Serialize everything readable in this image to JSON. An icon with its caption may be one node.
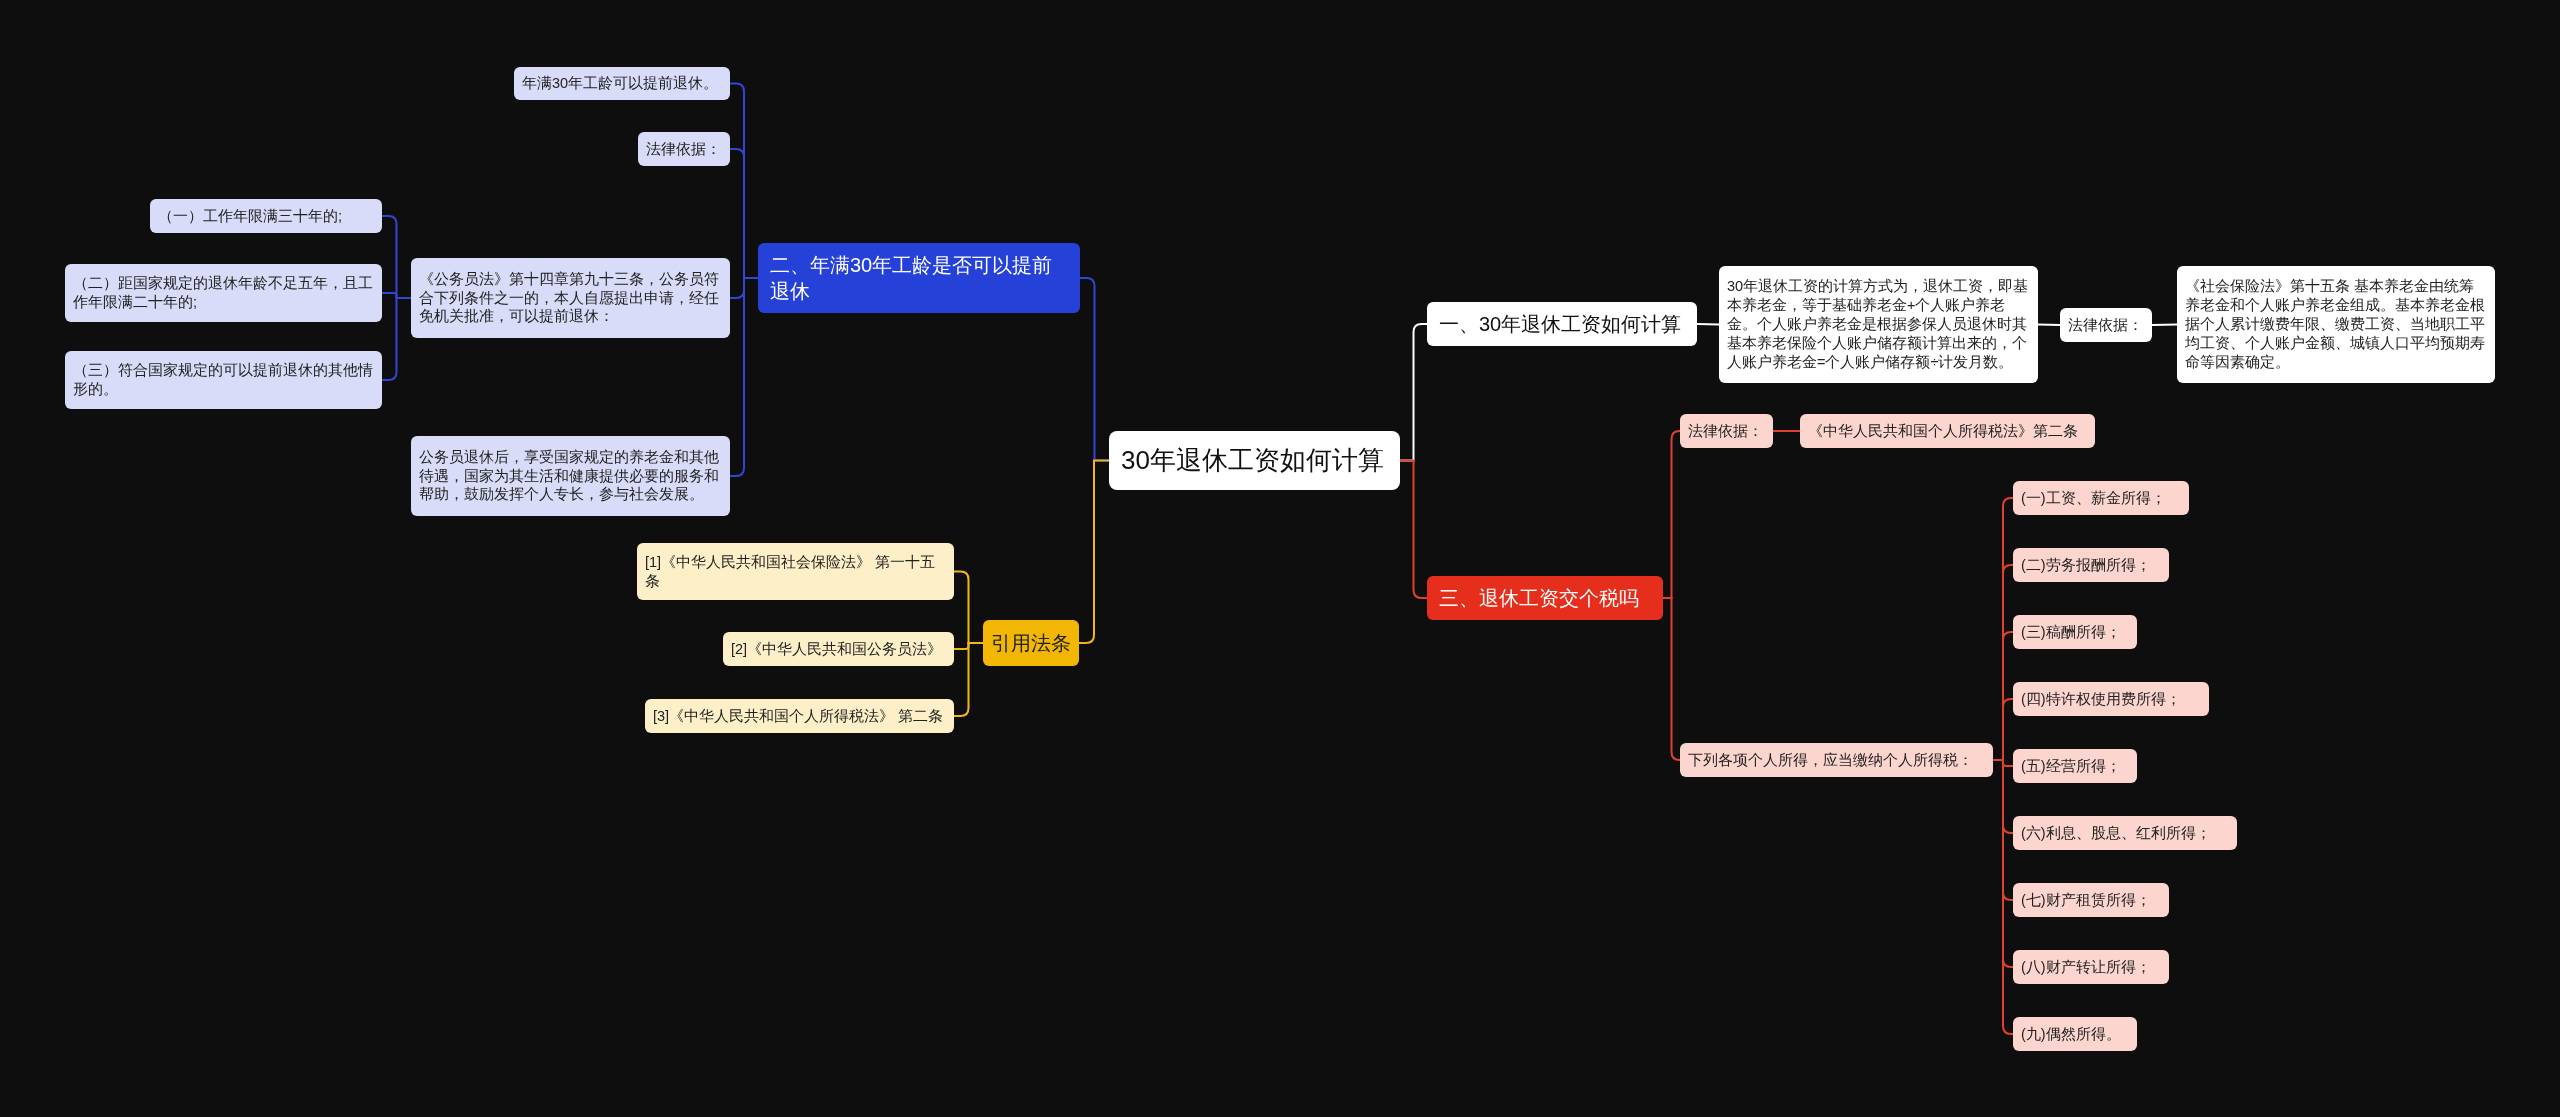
{
  "diagram": {
    "nodes": [
      {
        "text": [
          "30年退休工资如何计算"
        ]
      },
      {
        "text": [
          "二、年满30年工龄是否可以提前退休"
        ]
      },
      {
        "text": [
          "年满30年工龄可以提前退休。"
        ]
      },
      {
        "text": [
          "法律依据："
        ]
      },
      {
        "text": [
          "《公务员法》第十四章第九十三条，公务员符合下列条件之一的，本人自愿提出申请，经任免机关批准，可以提前退休："
        ]
      },
      {
        "text": [
          "（一）工作年限满三十年的;"
        ]
      },
      {
        "text": [
          "（二）距国家规定的退休年龄不足五年，且工作年限满二十年的;"
        ]
      },
      {
        "text": [
          "（三）符合国家规定的可以提前退休的其他情形的。"
        ]
      },
      {
        "text": [
          "公务员退休后，享受国家规定的养老金和其他待遇，国家为其生活和健康提供必要的服务和帮助，鼓励发挥个人专长，参与社会发展。"
        ]
      },
      {
        "text": [
          "引用法条"
        ]
      },
      {
        "text": [
          "[1]《中华人民共和国社会保险法》 第一十五条"
        ]
      },
      {
        "text": [
          "[2]《中华人民共和国公务员法》"
        ]
      },
      {
        "text": [
          "[3]《中华人民共和国个人所得税法》 第二条"
        ]
      },
      {
        "text": [
          "一、30年退休工资如何计算"
        ]
      },
      {
        "text": [
          "30年退休工资的计算方式为，退休工资，即基本养老金，等于基础养老金+个人账户养老金。个人账户养老金是根据参保人员退休时其基本养老保险个人账户储存额计算出来的，个人账户养老金=个人账户储存额÷计发月数。"
        ]
      },
      {
        "text": [
          "法律依据："
        ]
      },
      {
        "text": [
          "《社会保险法》第十五条 基本养老金由统筹养老金和个人账户养老金组成。基本养老金根据个人累计缴费年限、缴费工资、当地职工平均工资、个人账户金额、城镇人口平均预期寿命等因素确定。"
        ]
      },
      {
        "text": [
          "三、退休工资交个税吗"
        ]
      },
      {
        "text": [
          "法律依据："
        ]
      },
      {
        "text": [
          "《中华人民共和国个人所得税法》第二条"
        ]
      },
      {
        "text": [
          "下列各项个人所得，应当缴纳个人所得税："
        ]
      },
      {
        "text": [
          "(一)工资、薪金所得；"
        ]
      },
      {
        "text": [
          "(二)劳务报酬所得；"
        ]
      },
      {
        "text": [
          "(三)稿酬所得；"
        ]
      },
      {
        "text": [
          "(四)特许权使用费所得；"
        ]
      },
      {
        "text": [
          "(五)经营所得；"
        ]
      },
      {
        "text": [
          "(六)利息、股息、红利所得；"
        ]
      },
      {
        "text": [
          "(七)财产租赁所得；"
        ]
      },
      {
        "text": [
          "(八)财产转让所得；"
        ]
      },
      {
        "text": [
          "(九)偶然所得。"
        ]
      }
    ],
    "edges": [
      {
        "from": 0,
        "to": 1,
        "arrow": "none",
        "color": "#3146d6"
      },
      {
        "from": 1,
        "to": 2,
        "arrow": "none",
        "color": "#3146d6"
      },
      {
        "from": 1,
        "to": 3,
        "arrow": "none",
        "color": "#3146d6"
      },
      {
        "from": 1,
        "to": 4,
        "arrow": "none",
        "color": "#3146d6"
      },
      {
        "from": 4,
        "to": 5,
        "arrow": "none",
        "color": "#3146d6"
      },
      {
        "from": 4,
        "to": 6,
        "arrow": "none",
        "color": "#3146d6"
      },
      {
        "from": 4,
        "to": 7,
        "arrow": "none",
        "color": "#3146d6"
      },
      {
        "from": 1,
        "to": 8,
        "arrow": "none",
        "color": "#3146d6"
      },
      {
        "from": 0,
        "to": 9,
        "arrow": "none",
        "color": "#efb812"
      },
      {
        "from": 9,
        "to": 10,
        "arrow": "none",
        "color": "#efb812"
      },
      {
        "from": 9,
        "to": 11,
        "arrow": "none",
        "color": "#efb812"
      },
      {
        "from": 9,
        "to": 12,
        "arrow": "none",
        "color": "#efb812"
      },
      {
        "from": 0,
        "to": 13,
        "arrow": "none",
        "color": "#ffffff"
      },
      {
        "from": 13,
        "to": 14,
        "arrow": "none",
        "color": "#ffffff"
      },
      {
        "from": 14,
        "to": 15,
        "arrow": "none",
        "color": "#ffffff"
      },
      {
        "from": 15,
        "to": 16,
        "arrow": "none",
        "color": "#ffffff"
      },
      {
        "from": 0,
        "to": 17,
        "arrow": "none"
      },
      {
        "from": 17,
        "to": 18,
        "arrow": "none"
      },
      {
        "from": 18,
        "to": 19,
        "arrow": "none"
      },
      {
        "from": 17,
        "to": 20,
        "arrow": "none"
      },
      {
        "from": 20,
        "to": 21,
        "arrow": "none"
      },
      {
        "from": 20,
        "to": 22,
        "arrow": "none"
      },
      {
        "from": 20,
        "to": 23,
        "arrow": "none"
      },
      {
        "from": 20,
        "to": 24,
        "arrow": "none"
      },
      {
        "from": 20,
        "to": 25,
        "arrow": "none"
      },
      {
        "from": 20,
        "to": 26,
        "arrow": "none"
      },
      {
        "from": 20,
        "to": 27,
        "arrow": "none"
      },
      {
        "from": 20,
        "to": 28,
        "arrow": "none"
      },
      {
        "from": 20,
        "to": 29,
        "arrow": "none"
      }
    ]
  }
}
